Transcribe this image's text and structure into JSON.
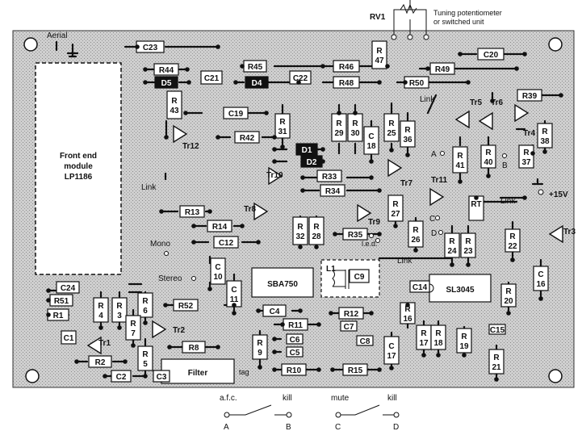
{
  "title_rv1": "RV1",
  "rv1_note_line1": "Tuning potentiometer",
  "rv1_note_line2": "or switched unit",
  "aerial": "Aerial",
  "front_end": {
    "line1": "Front end",
    "line2": "module",
    "line3": "LP1186"
  },
  "ic1": "SBA750",
  "ic2": "SL3045",
  "filter": "Filter",
  "tag": "tag",
  "mono": "Mono",
  "stereo": "Stereo",
  "led": "l.e.d.",
  "plus15": "+15V",
  "links": [
    "Link",
    "Link",
    "Link",
    "Link"
  ],
  "resistors": [
    "R44",
    "R45",
    "R46",
    "R47",
    "R48",
    "R49",
    "R50",
    "R39",
    "R43",
    "R42",
    "R31",
    "R29",
    "R30",
    "R25",
    "R36",
    "R41",
    "R40",
    "R37",
    "R38",
    "R33",
    "R34",
    "R13",
    "R14",
    "R32",
    "R28",
    "R35",
    "R27",
    "R26",
    "R24",
    "R23",
    "R22",
    "R20",
    "R16",
    "R17",
    "R18",
    "R19",
    "R21",
    "R52",
    "R51",
    "R1",
    "R4",
    "R3",
    "R6",
    "R7",
    "R5",
    "R2",
    "R8",
    "R9",
    "R11",
    "R12",
    "R10",
    "R15",
    "RT"
  ],
  "capacitors": [
    "C23",
    "C21",
    "C22",
    "C20",
    "C19",
    "C18",
    "C12",
    "C10",
    "C11",
    "C9",
    "C14",
    "C16",
    "C24",
    "C1",
    "C2",
    "C3",
    "C4",
    "C6",
    "C5",
    "C7",
    "C8",
    "C17",
    "C15"
  ],
  "diodes": [
    "D5",
    "D4",
    "D1",
    "D2"
  ],
  "coil": "L1",
  "transistors": [
    "Tr5",
    "Tr6",
    "Tr4",
    "Tr12",
    "Tr10",
    "Tr8",
    "Tr7",
    "Tr9",
    "Tr11",
    "Tr3",
    "Tr1",
    "Tr2"
  ],
  "test_points": [
    "A",
    "B",
    "C",
    "D"
  ],
  "switch_labels": {
    "afc": "a.f.c.",
    "kill1": "kill",
    "mute": "mute",
    "kill2": "kill"
  },
  "switch_pins": [
    "A",
    "B",
    "C",
    "D"
  ]
}
